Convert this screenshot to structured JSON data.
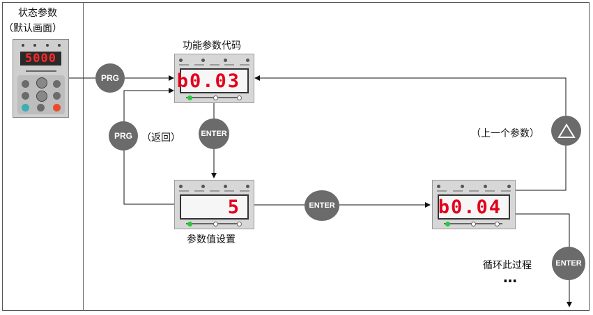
{
  "left_column": {
    "title_line1": "状态参数",
    "title_line2": "（默认画面）",
    "keypad_display": "5000"
  },
  "nodes": {
    "func_code": {
      "label": "功能参数代码",
      "display": "b0.03"
    },
    "param_set": {
      "label": "参数值设置",
      "display": "5"
    },
    "next_code": {
      "display": "b0.04"
    }
  },
  "buttons": {
    "prg_top": "PRG",
    "prg_return": "PRG",
    "prg_return_note": "（返回）",
    "enter_1": "ENTER",
    "enter_2": "ENTER",
    "enter_3": "ENTER",
    "up_note": "（上一个参数）"
  },
  "notes": {
    "loop": "循环此过程",
    "ellipsis": "…"
  },
  "colors": {
    "led": "#e3001b",
    "button": "#6b6b6b",
    "panel": "#d7d7d7"
  }
}
